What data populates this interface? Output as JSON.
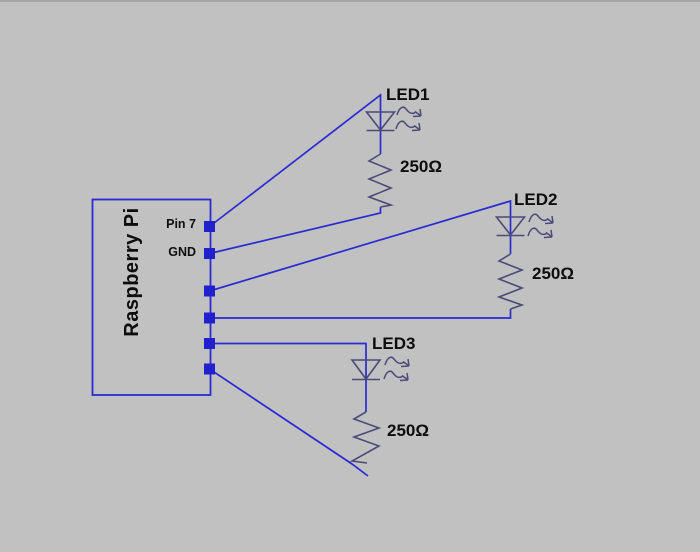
{
  "board": {
    "name": "Raspberry Pi",
    "pin7_label": "Pin 7",
    "gnd_label": "GND"
  },
  "leds": [
    {
      "label": "LED1",
      "resistor_value": "250Ω"
    },
    {
      "label": "LED2",
      "resistor_value": "250Ω"
    },
    {
      "label": "LED3",
      "resistor_value": "250Ω"
    }
  ],
  "icons": {
    "led_symbol": "diode-triangle-with-cathode-bar",
    "resistor_symbol": "zigzag-resistor",
    "light_emission": "double-wavy-arrow",
    "pin_marker": "filled-square"
  },
  "colors": {
    "background": "#c1c1c1",
    "top_edge": "#a5a5a5",
    "wire": "#2a2ad2",
    "pin": "#2020cc",
    "symbol": "#4b4b7a",
    "text": "#0d0d0d"
  }
}
